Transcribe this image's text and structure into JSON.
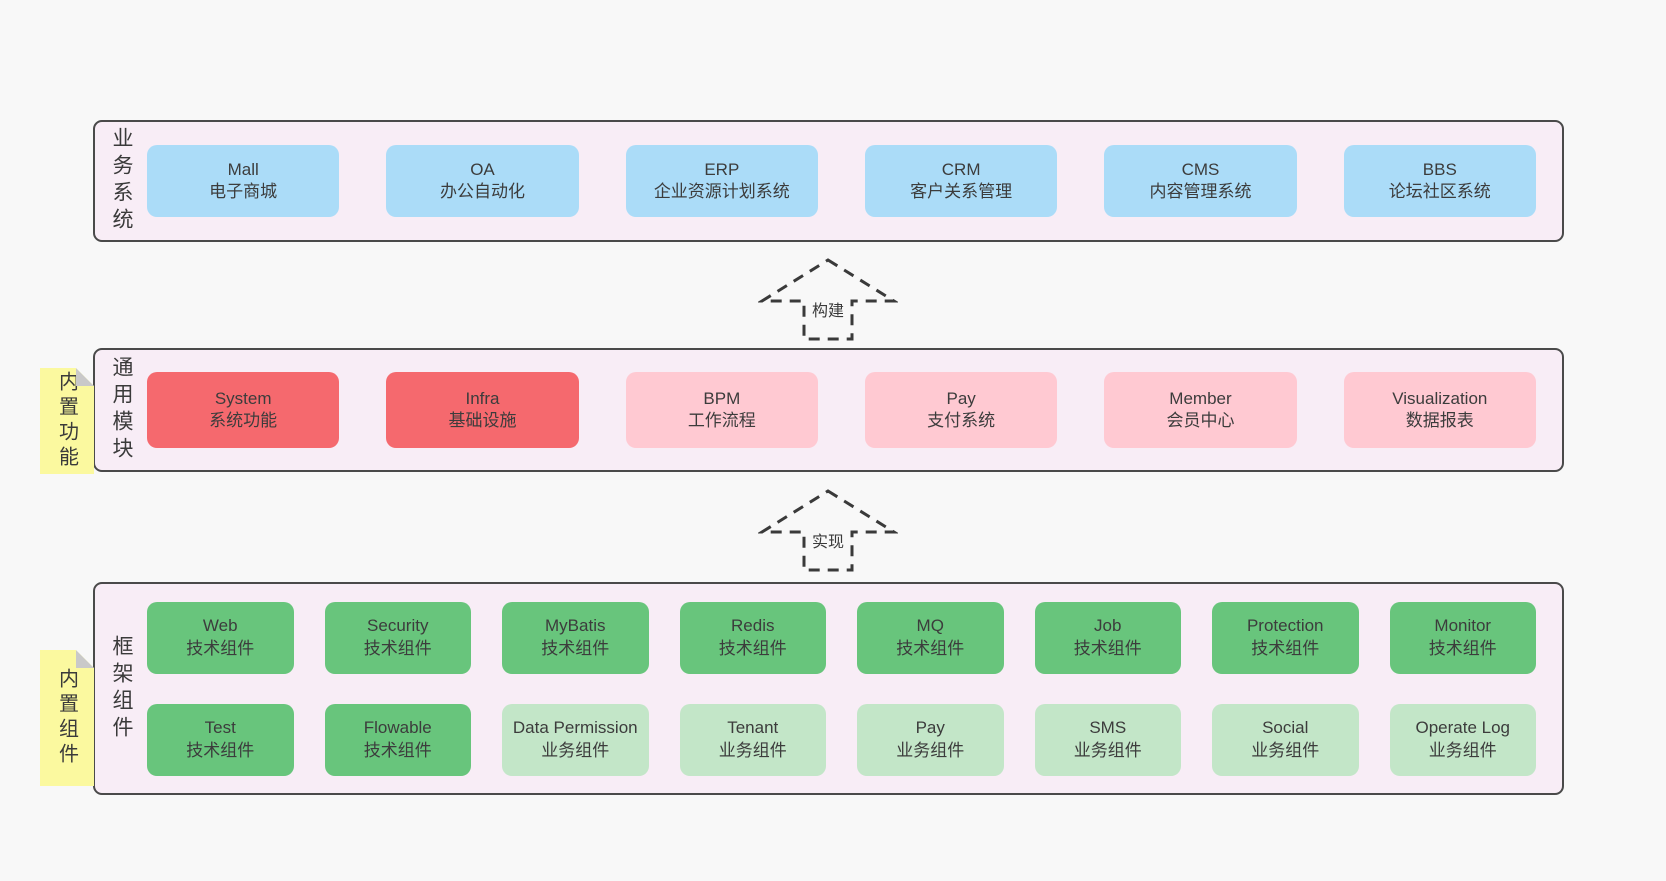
{
  "diagram": {
    "colors": {
      "page_bg": "#f8f8f8",
      "band_bg": "#f8edf6",
      "band_border": "#4a4a4a",
      "blue_box": "#abdcf8",
      "red_box": "#f5696e",
      "pink_box": "#ffc9d2",
      "green_box": "#68c57c",
      "light_green_box": "#c3e6c8",
      "note_yellow": "#fbf99f"
    },
    "arrows": [
      {
        "label": "构建"
      },
      {
        "label": "实现"
      }
    ],
    "notes": [
      {
        "text": "内置功能"
      },
      {
        "text": "内置组件"
      }
    ],
    "bands": [
      {
        "label": "业务系统",
        "boxes": [
          {
            "title": "Mall",
            "subtitle": "电子商城"
          },
          {
            "title": "OA",
            "subtitle": "办公自动化"
          },
          {
            "title": "ERP",
            "subtitle": "企业资源计划系统"
          },
          {
            "title": "CRM",
            "subtitle": "客户关系管理"
          },
          {
            "title": "CMS",
            "subtitle": "内容管理系统"
          },
          {
            "title": "BBS",
            "subtitle": "论坛社区系统"
          }
        ]
      },
      {
        "label": "通用模块",
        "boxes": [
          {
            "title": "System",
            "subtitle": "系统功能"
          },
          {
            "title": "Infra",
            "subtitle": "基础设施"
          },
          {
            "title": "BPM",
            "subtitle": "工作流程"
          },
          {
            "title": "Pay",
            "subtitle": "支付系统"
          },
          {
            "title": "Member",
            "subtitle": "会员中心"
          },
          {
            "title": "Visualization",
            "subtitle": "数据报表"
          }
        ]
      },
      {
        "label": "框架组件",
        "rows": [
          [
            {
              "title": "Web",
              "subtitle": "技术组件"
            },
            {
              "title": "Security",
              "subtitle": "技术组件"
            },
            {
              "title": "MyBatis",
              "subtitle": "技术组件"
            },
            {
              "title": "Redis",
              "subtitle": "技术组件"
            },
            {
              "title": "MQ",
              "subtitle": "技术组件"
            },
            {
              "title": "Job",
              "subtitle": "技术组件"
            },
            {
              "title": "Protection",
              "subtitle": "技术组件"
            },
            {
              "title": "Monitor",
              "subtitle": "技术组件"
            }
          ],
          [
            {
              "title": "Test",
              "subtitle": "技术组件"
            },
            {
              "title": "Flowable",
              "subtitle": "技术组件"
            },
            {
              "title": "Data Permission",
              "subtitle": "业务组件"
            },
            {
              "title": "Tenant",
              "subtitle": "业务组件"
            },
            {
              "title": "Pay",
              "subtitle": "业务组件"
            },
            {
              "title": "SMS",
              "subtitle": "业务组件"
            },
            {
              "title": "Social",
              "subtitle": "业务组件"
            },
            {
              "title": "Operate Log",
              "subtitle": "业务组件"
            }
          ]
        ]
      }
    ]
  }
}
